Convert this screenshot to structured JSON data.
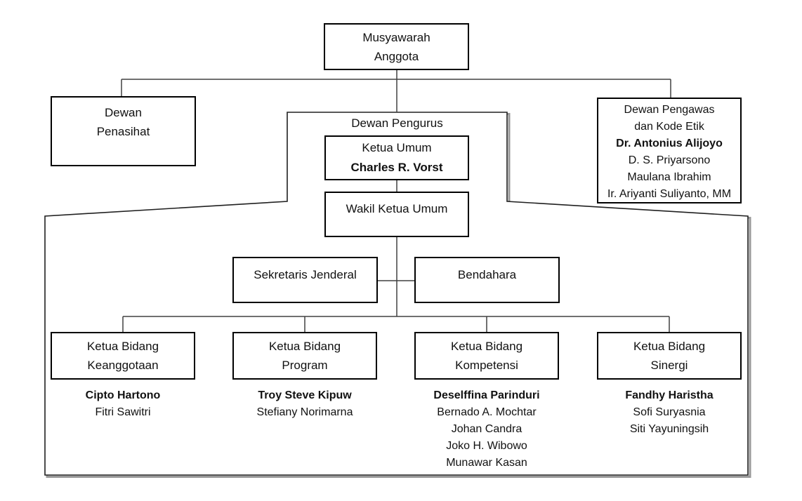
{
  "palette": {
    "background": "#ffffff",
    "box_border": "#000000",
    "connector": "#404040",
    "envelope_stroke": "#202020",
    "envelope_shadow": "#999999",
    "text": "#111111"
  },
  "nodes": {
    "musyawarah": {
      "line1": "Musyawarah",
      "line2": "Anggota"
    },
    "dewan_penasihat": {
      "line1": "Dewan",
      "line2": "Penasihat"
    },
    "dewan_pengawas": {
      "line1": "Dewan Pengawas",
      "line2": "dan Kode Etik",
      "chair": "Dr. Antonius Alijoyo",
      "members": [
        "D. S. Priyarsono",
        "Maulana Ibrahim",
        "Ir. Ariyanti Suliyanto, MM"
      ]
    },
    "dewan_pengurus_label": "Dewan Pengurus",
    "ketua_umum": {
      "title": "Ketua Umum",
      "name": "Charles R. Vorst"
    },
    "wakil_ketua_umum": {
      "title": "Wakil Ketua Umum"
    },
    "sekretaris_jenderal": {
      "title": "Sekretaris Jenderal"
    },
    "bendahara": {
      "title": "Bendahara"
    },
    "bidang": [
      {
        "title_line1": "Ketua Bidang",
        "title_line2": "Keanggotaan",
        "chair": "Cipto Hartono",
        "members": [
          "Fitri Sawitri"
        ]
      },
      {
        "title_line1": "Ketua Bidang",
        "title_line2": "Program",
        "chair": "Troy Steve Kipuw",
        "members": [
          "Stefiany Norimarna"
        ]
      },
      {
        "title_line1": "Ketua Bidang",
        "title_line2": "Kompetensi",
        "chair": "Deselffina Parinduri",
        "members": [
          "Bernado A. Mochtar",
          "Johan Candra",
          "Joko H. Wibowo",
          "Munawar Kasan"
        ]
      },
      {
        "title_line1": "Ketua Bidang",
        "title_line2": "Sinergi",
        "chair": "Fandhy Haristha",
        "members": [
          "Sofi Suryasnia",
          "Siti Yayuningsih"
        ]
      }
    ]
  }
}
